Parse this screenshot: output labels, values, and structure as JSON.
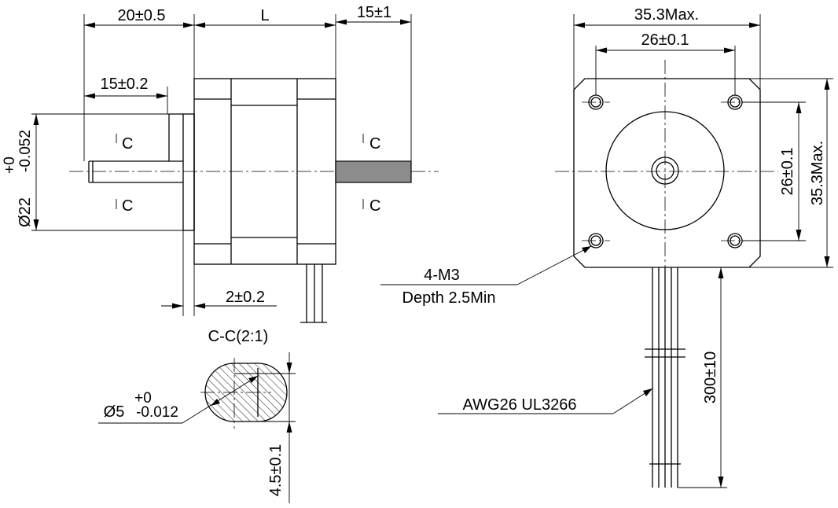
{
  "side_view": {
    "dim_flange_len": "20±0.5",
    "dim_body_len": "L",
    "dim_rear_shaft": "15±1",
    "dim_shaft_flat": "15±0.2",
    "dim_boss_dia_main": "Ø22",
    "dim_boss_dia_upper": "+0",
    "dim_boss_dia_lower": "-0.052",
    "dim_boss_thick": "2±0.2",
    "section_mark": "C"
  },
  "section_view": {
    "title": "C-C(2:1)",
    "dim_shaft_dia_main": "Ø5",
    "dim_shaft_dia_upper": "+0",
    "dim_shaft_dia_lower": "-0.012",
    "dim_flat": "4.5±0.1"
  },
  "front_view": {
    "dim_width_max": "35.3Max.",
    "dim_hole_spacing_h": "26±0.1",
    "dim_hole_spacing_v": "26±0.1",
    "dim_height_max": "35.3Max.",
    "hole_note_line1": "4-M3",
    "hole_note_line2": "Depth 2.5Min",
    "wire_note": "AWG26 UL3266",
    "dim_lead_length": "300±10"
  }
}
